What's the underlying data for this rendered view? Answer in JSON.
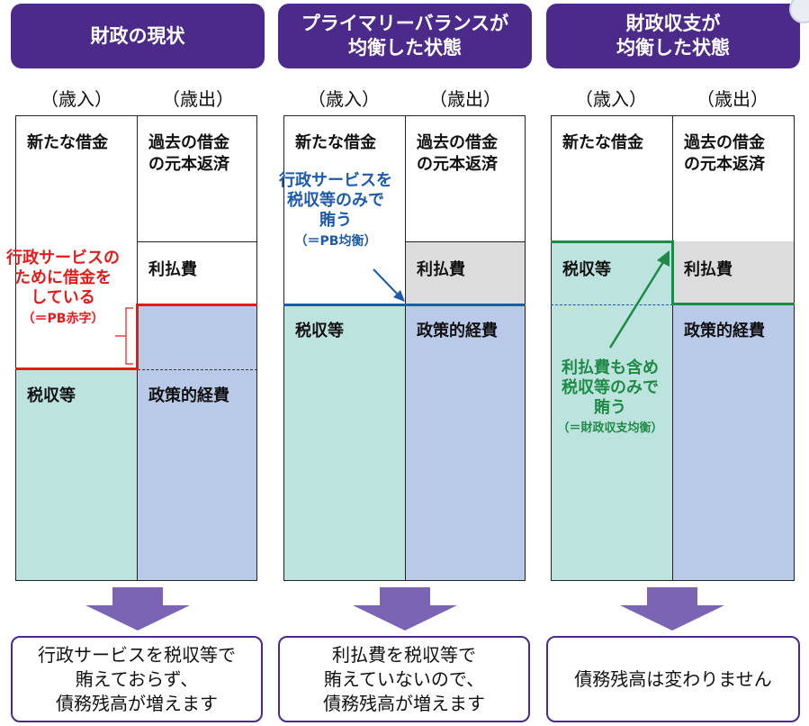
{
  "colors": {
    "header_bg": "#4b2a8a",
    "tax_fill": "#bde3df",
    "policy_fill": "#b9c9e8",
    "interest_fill": "#dcdcdc",
    "deficit_red": "#e01d1d",
    "pb_blue": "#1e5aa8",
    "balance_green": "#1e8a45",
    "arrow_purple": "#7c64b5"
  },
  "panels": [
    {
      "header": [
        "財政の現状"
      ],
      "revenue_label": "（歳入）",
      "expenditure_label": "（歳出）",
      "left": {
        "new_borrowing": "新たな借金",
        "tax": "税収等"
      },
      "right": {
        "principal": [
          "過去の借金",
          "の元本返済"
        ],
        "interest": "利払費",
        "policy": "政策的経費"
      },
      "note": {
        "lines": [
          "行政サービスの",
          "ために借金を",
          "している"
        ],
        "sub": "（＝PB赤字）"
      },
      "result": [
        "行政サービスを税収等で",
        "賄えておらず、",
        "債務残高が増えます"
      ]
    },
    {
      "header": [
        "プライマリーバランスが",
        "均衡した状態"
      ],
      "revenue_label": "（歳入）",
      "expenditure_label": "（歳出）",
      "left": {
        "new_borrowing": "新たな借金",
        "tax": "税収等"
      },
      "right": {
        "principal": [
          "過去の借金",
          "の元本返済"
        ],
        "interest": "利払費",
        "policy": "政策的経費"
      },
      "note": {
        "lines": [
          "行政サービスを",
          "税収等のみで",
          "賄う"
        ],
        "sub": "（＝PB均衡）"
      },
      "result": [
        "利払費を税収等で",
        "賄えていないので、",
        "債務残高が増えます"
      ]
    },
    {
      "header": [
        "財政収支が",
        "均衡した状態"
      ],
      "revenue_label": "（歳入）",
      "expenditure_label": "（歳出）",
      "left": {
        "new_borrowing": "新たな借金",
        "tax": "税収等"
      },
      "right": {
        "principal": [
          "過去の借金",
          "の元本返済"
        ],
        "interest": "利払費",
        "policy": "政策的経費"
      },
      "note": {
        "lines": [
          "利払費も含め",
          "税収等のみで",
          "賄う"
        ],
        "sub": "（＝財政収支均衡）"
      },
      "result": [
        "債務残高は変わりません"
      ]
    }
  ]
}
